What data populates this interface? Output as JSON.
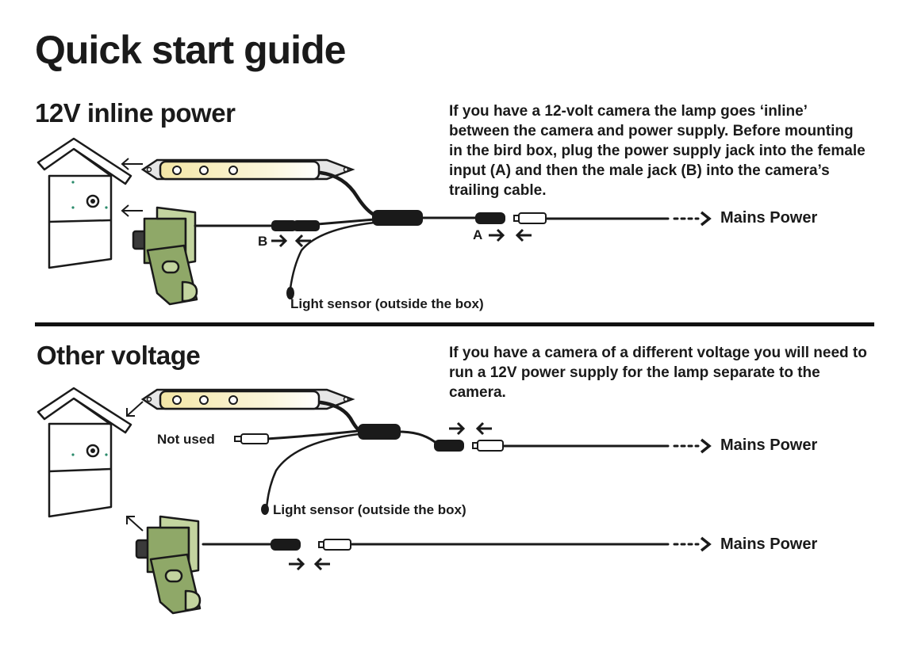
{
  "page": {
    "title": "Quick start guide"
  },
  "sections": [
    {
      "title": "12V inline power",
      "description": "If you have a 12-volt camera the lamp goes ‘inline’ between the camera and power supply. Before mounting in the bird box, plug the power supply jack into the female input (A) and then the male jack (B) into the camera’s trailing cable.",
      "labels": {
        "mains": "Mains Power",
        "light_sensor": "Light sensor (outside the box)",
        "connector_a": "A",
        "connector_b": "B"
      }
    },
    {
      "title": "Other voltage",
      "description": "If you have a camera of a different voltage you will need to run a 12V power supply for the lamp separate to the camera.",
      "labels": {
        "mains_lamp": "Mains Power",
        "mains_camera": "Mains Power",
        "light_sensor": "Light sensor (outside the box)",
        "not_used": "Not used"
      }
    }
  ],
  "colors": {
    "ink": "#1a1a1a",
    "camera_green": "#8fa868",
    "camera_light": "#c3d49f",
    "lamp_glow": "#f6ecb8",
    "lamp_body": "#eeeeee"
  }
}
